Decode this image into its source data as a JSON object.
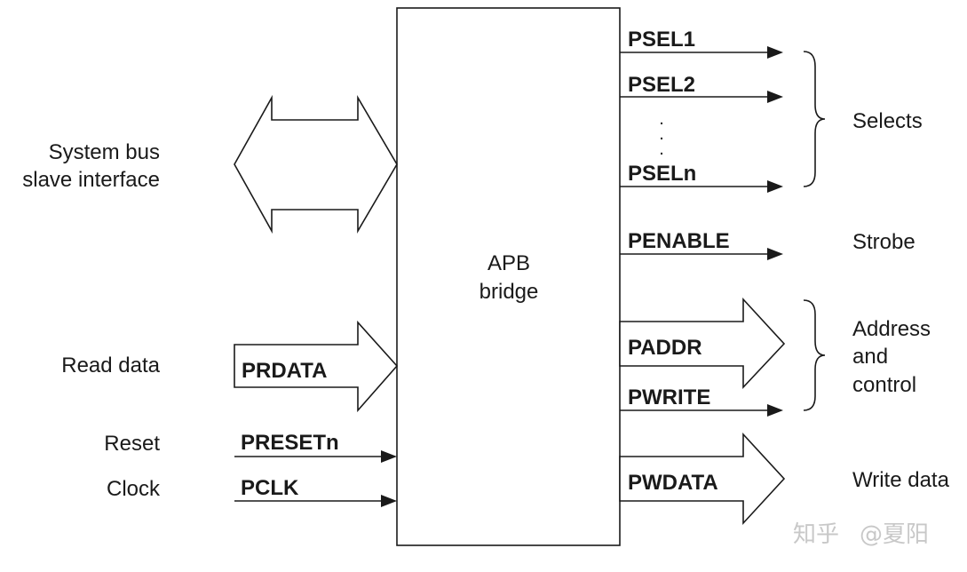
{
  "bridge": {
    "line1": "APB",
    "line2": "bridge"
  },
  "left": {
    "system_bus_line1": "System bus",
    "system_bus_line2": "slave interface",
    "read_data": "Read data",
    "reset": "Reset",
    "clock": "Clock"
  },
  "left_signals": {
    "prdata": "PRDATA",
    "presetn": "PRESETn",
    "pclk": "PCLK"
  },
  "right_signals": {
    "psel1": "PSEL1",
    "psel2": "PSEL2",
    "ellipsis": ".",
    "pseln": "PSELn",
    "penable": "PENABLE",
    "paddr": "PADDR",
    "pwrite": "PWRITE",
    "pwdata": "PWDATA"
  },
  "right": {
    "selects": "Selects",
    "strobe": "Strobe",
    "addr_line1": "Address",
    "addr_line2": "and",
    "addr_line3": "control",
    "write_data": "Write data"
  },
  "watermark": {
    "brand_logo": "知乎",
    "author": "@夏阳"
  }
}
